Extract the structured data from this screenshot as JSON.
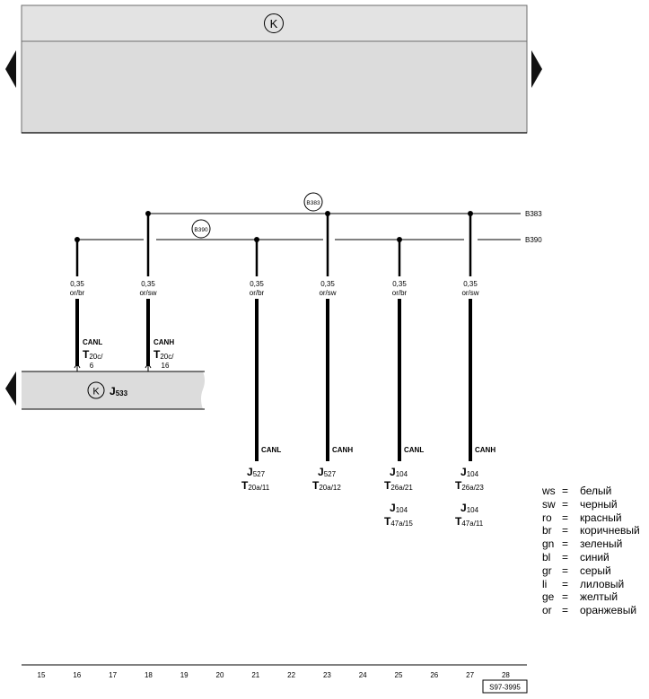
{
  "top_panel": {
    "icon": "K-in-circle-icon",
    "icon_text": "K"
  },
  "buses": [
    {
      "name": "B383",
      "tag": "B383"
    },
    {
      "name": "B390",
      "tag": "B390"
    }
  ],
  "wires": [
    {
      "size": "0,35",
      "color": "or/br"
    },
    {
      "size": "0,35",
      "color": "or/sw"
    },
    {
      "size": "0,35",
      "color": "or/br"
    },
    {
      "size": "0,35",
      "color": "or/sw"
    },
    {
      "size": "0,35",
      "color": "or/br"
    },
    {
      "size": "0,35",
      "color": "or/sw"
    }
  ],
  "j533": {
    "icon_text": "K",
    "label": "J",
    "label_sub": "533",
    "pins": [
      {
        "signal": "CANL",
        "conn": "T",
        "conn_sub": "20c/",
        "pin": "6"
      },
      {
        "signal": "CANH",
        "conn": "T",
        "conn_sub": "20c/",
        "pin": "16"
      }
    ]
  },
  "terminals": [
    {
      "signal": "CANL",
      "refs": [
        {
          "j": "J",
          "j_sub": "527",
          "t": "T",
          "t_sub": "20a/11"
        }
      ]
    },
    {
      "signal": "CANH",
      "refs": [
        {
          "j": "J",
          "j_sub": "527",
          "t": "T",
          "t_sub": "20a/12"
        }
      ]
    },
    {
      "signal": "CANL",
      "refs": [
        {
          "j": "J",
          "j_sub": "104",
          "t": "T",
          "t_sub": "26a/21"
        },
        {
          "j": "J",
          "j_sub": "104",
          "t": "T",
          "t_sub": "47a/15"
        }
      ]
    },
    {
      "signal": "CANH",
      "refs": [
        {
          "j": "J",
          "j_sub": "104",
          "t": "T",
          "t_sub": "26a/23"
        },
        {
          "j": "J",
          "j_sub": "104",
          "t": "T",
          "t_sub": "47a/11"
        }
      ]
    }
  ],
  "legend": [
    {
      "code": "ws",
      "eq": "=",
      "name": "белый"
    },
    {
      "code": "sw",
      "eq": "=",
      "name": "черный"
    },
    {
      "code": "ro",
      "eq": "=",
      "name": "красный"
    },
    {
      "code": "br",
      "eq": "=",
      "name": "коричневый"
    },
    {
      "code": "gn",
      "eq": "=",
      "name": "зеленый"
    },
    {
      "code": "bl",
      "eq": "=",
      "name": "синий"
    },
    {
      "code": "gr",
      "eq": "=",
      "name": "серый"
    },
    {
      "code": "li",
      "eq": "=",
      "name": "лиловый"
    },
    {
      "code": "ge",
      "eq": "=",
      "name": "желтый"
    },
    {
      "code": "or",
      "eq": "=",
      "name": "оранжевый"
    }
  ],
  "scale": [
    "15",
    "16",
    "17",
    "18",
    "19",
    "20",
    "21",
    "22",
    "23",
    "24",
    "25",
    "26",
    "27",
    "28"
  ],
  "drawing_id": "S97-3995"
}
